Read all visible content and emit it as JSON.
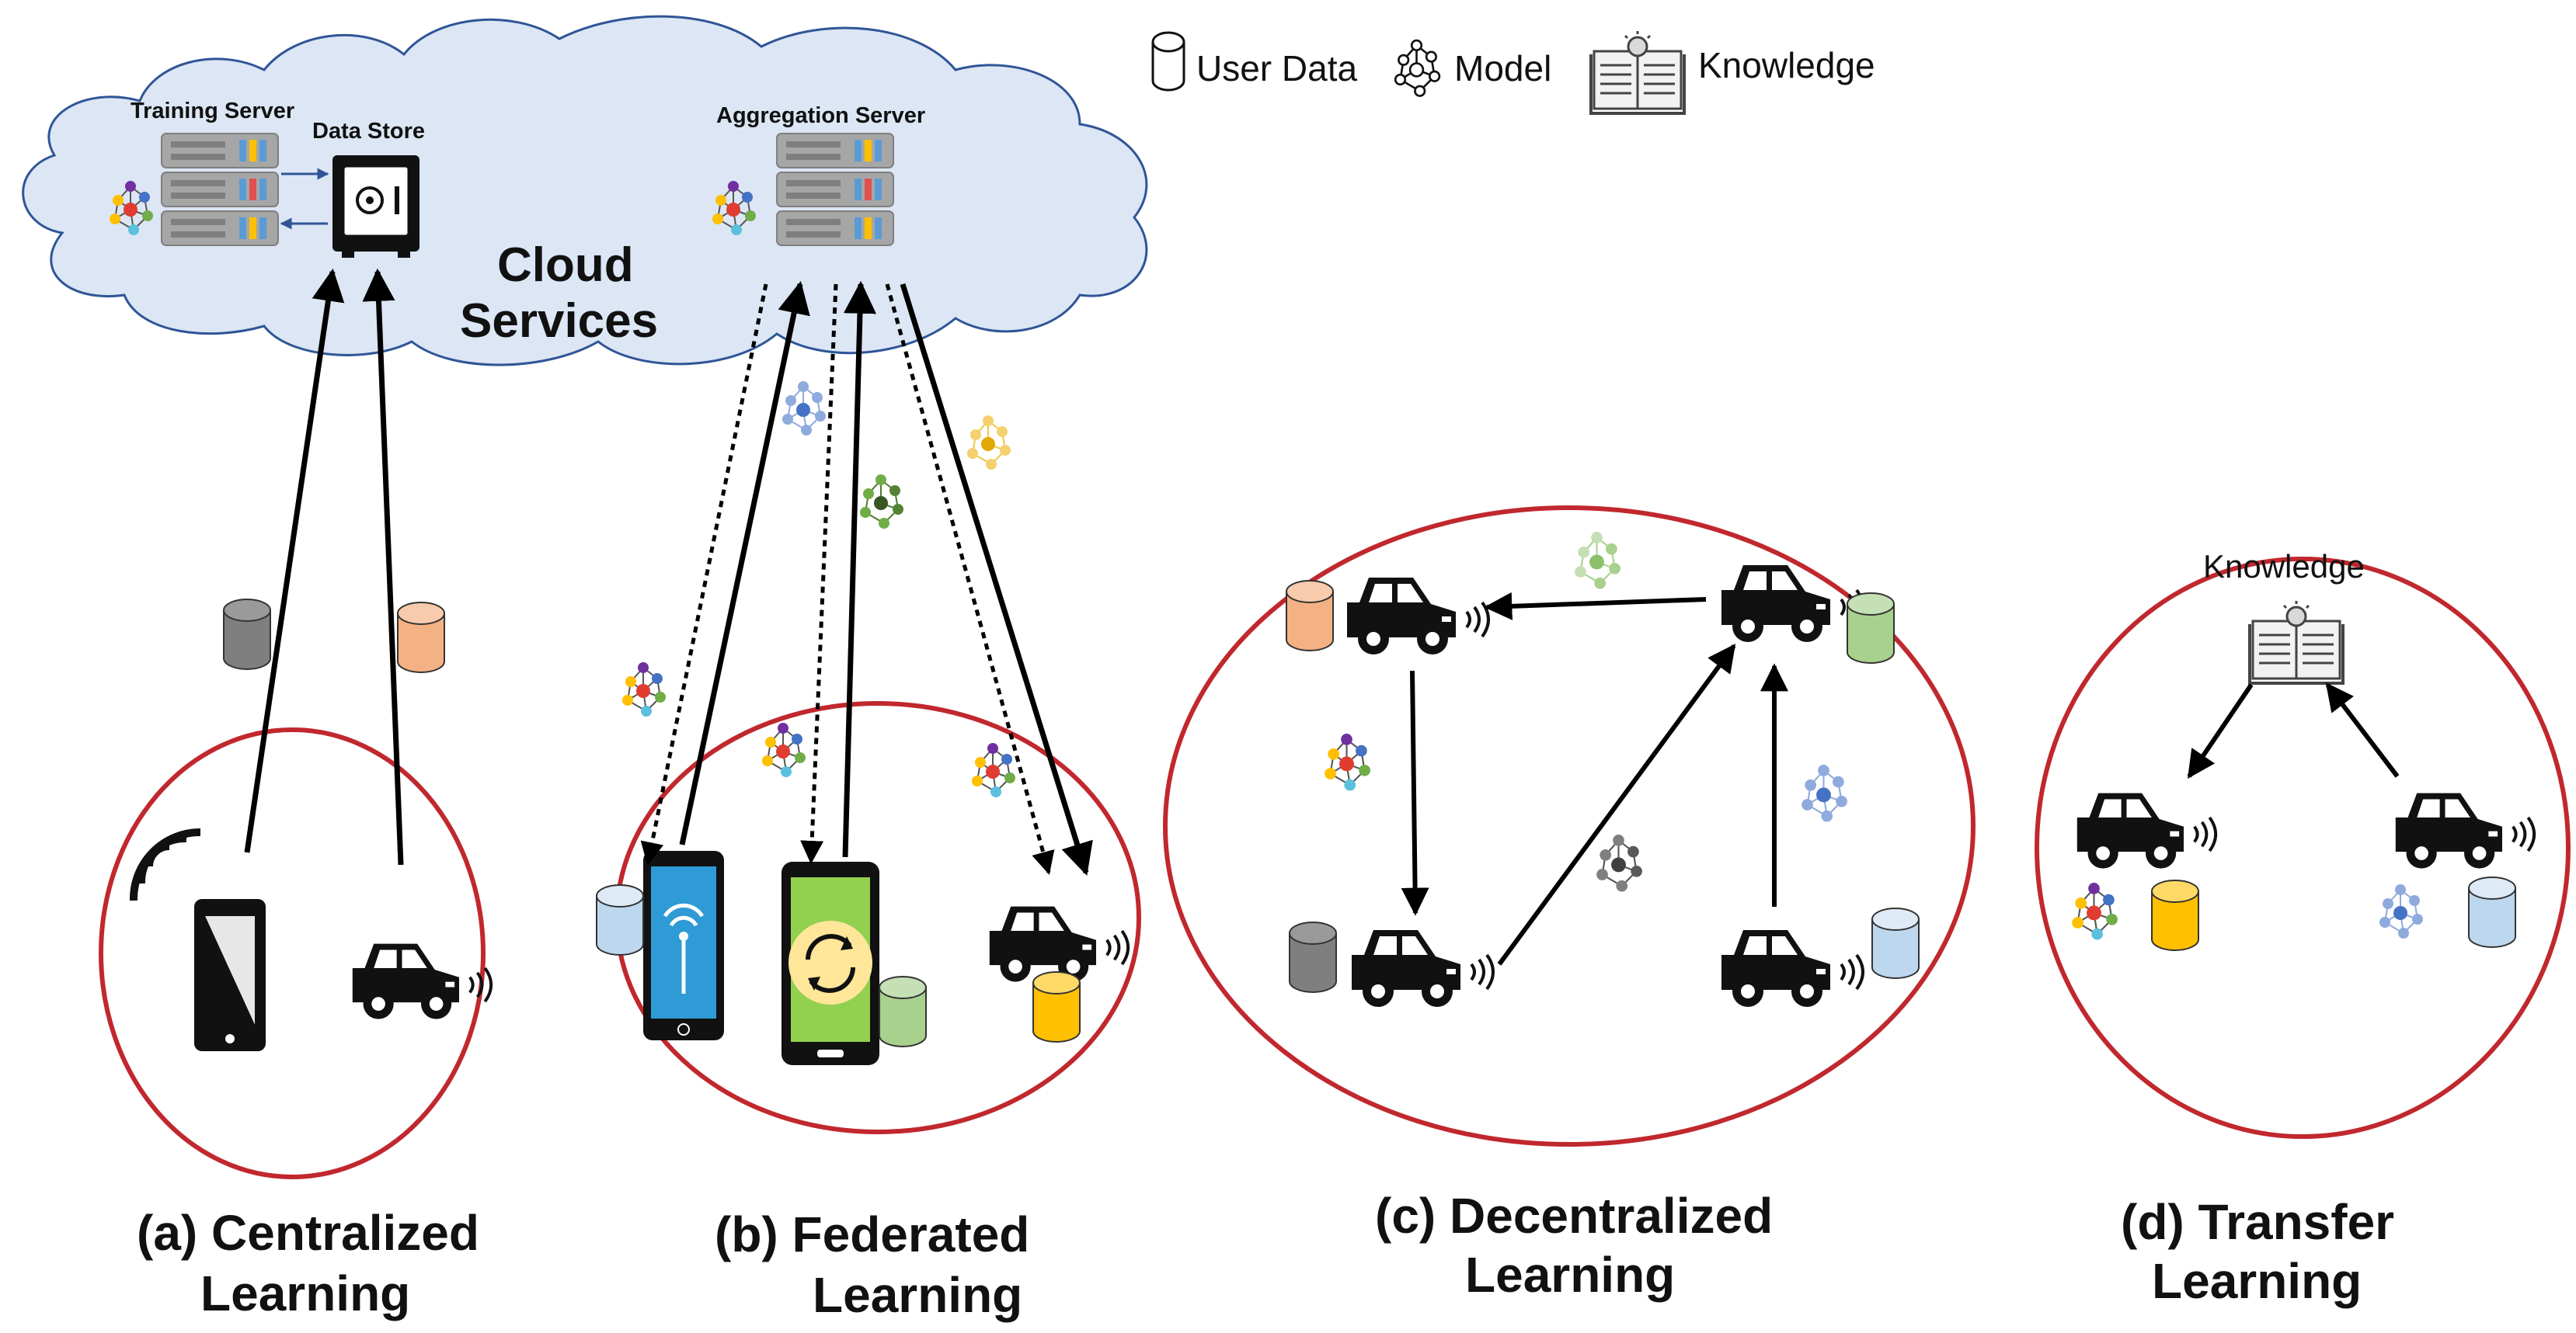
{
  "legend": {
    "user_data": "User Data",
    "model": "Model",
    "knowledge": "Knowledge"
  },
  "cloud": {
    "title_line1": "Cloud",
    "title_line2": "Services",
    "training_server": "Training Server",
    "data_store": "Data Store",
    "aggregation_server": "Aggregation  Server"
  },
  "panels": {
    "a": {
      "line1": "(a) Centralized",
      "line2": "Learning"
    },
    "b": {
      "line1": "(b) Federated",
      "line2": "Learning"
    },
    "c": {
      "line1": "(c) Decentralized",
      "line2": "Learning"
    },
    "d": {
      "line1": "(d) Transfer",
      "line2": "Learning"
    }
  },
  "transfer_knowledge_label": "Knowledge",
  "colors": {
    "circle_outline": "#C0282E",
    "cloud_fill": "#DCE6F4",
    "cloud_stroke": "#2F5597",
    "data_gray": "#7F7F7F",
    "data_orange": "#F4B183",
    "data_blue": "#BDD7EE",
    "data_green": "#A9D18E",
    "data_yellow": "#FFC000",
    "server_gray": "#A6A6A6",
    "phone_blue": "#2E9BD6",
    "phone_green": "#92D050"
  }
}
